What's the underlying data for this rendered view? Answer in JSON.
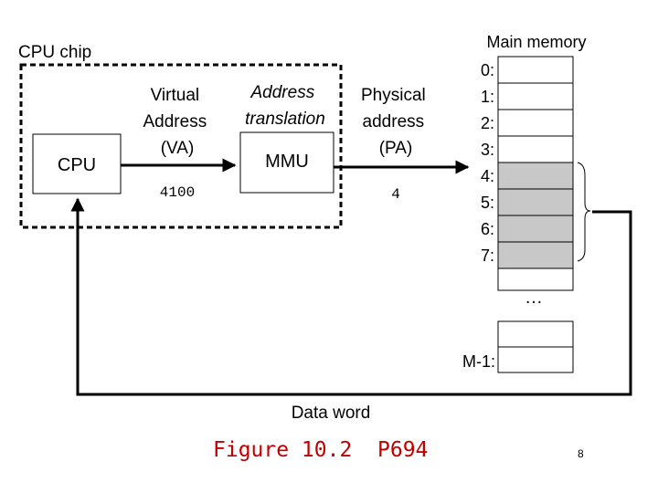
{
  "diagram": {
    "cpu_chip_label": "CPU chip",
    "cpu_label": "CPU",
    "mmu_label": "MMU",
    "virtual_address_lines": [
      "Virtual",
      "Address",
      "(VA)"
    ],
    "virtual_address_value": "4100",
    "address_translation_lines": [
      "Address",
      "translation"
    ],
    "physical_address_lines": [
      "Physical",
      "address",
      "(PA)"
    ],
    "physical_address_value": "4",
    "main_memory_label": "Main memory",
    "memory_rows": [
      {
        "label": "0:",
        "highlighted": false
      },
      {
        "label": "1:",
        "highlighted": false
      },
      {
        "label": "2:",
        "highlighted": false
      },
      {
        "label": "3:",
        "highlighted": false
      },
      {
        "label": "4:",
        "highlighted": true
      },
      {
        "label": "5:",
        "highlighted": true
      },
      {
        "label": "6:",
        "highlighted": true
      },
      {
        "label": "7:",
        "highlighted": true
      }
    ],
    "ellipsis": "…",
    "last_row_label": "M-1:",
    "data_word_label": "Data word"
  },
  "colors": {
    "highlight_fill": "#c8c8c8",
    "caption": "#c00000"
  },
  "caption": "Figure 10.2  P694",
  "slide_number": "8"
}
